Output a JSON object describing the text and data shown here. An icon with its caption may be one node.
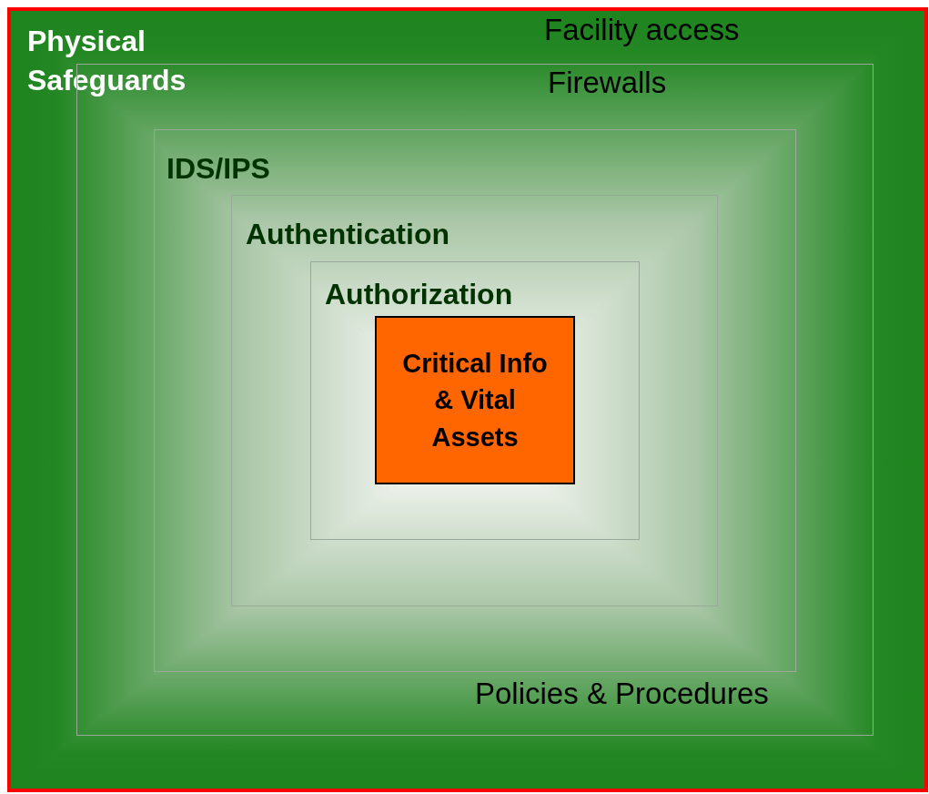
{
  "diagram": {
    "nodes": [
      {
        "text": [
          "Physical Safeguards",
          "Facility access"
        ]
      },
      {
        "text": [
          "Firewalls",
          "Policies & Procedures"
        ],
        "in": 0
      },
      {
        "text": [
          "IDS/IPS"
        ],
        "in": 1
      },
      {
        "text": [
          "Authentication"
        ],
        "in": 2
      },
      {
        "text": [
          "Authorization"
        ],
        "in": 3
      },
      {
        "text": [
          "Critical Info & Vital Assets"
        ],
        "in": 4
      }
    ]
  }
}
